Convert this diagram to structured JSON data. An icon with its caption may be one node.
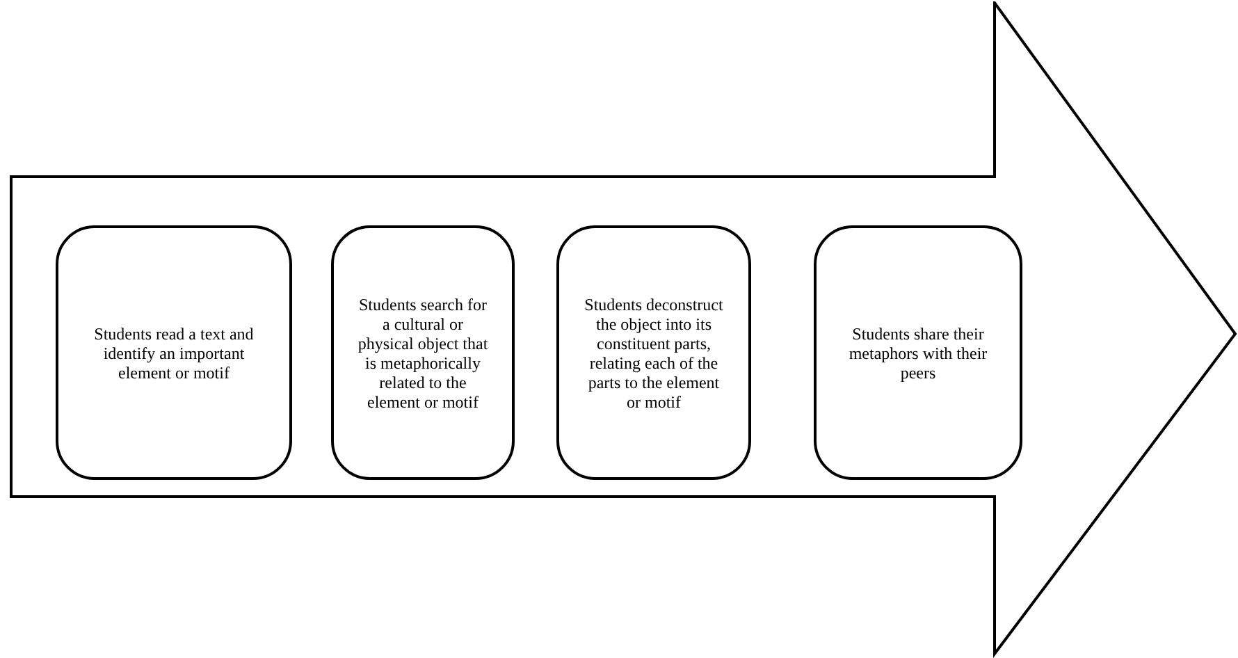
{
  "diagram": {
    "nodes": [
      {
        "text": [],
        "shape": "arrow"
      },
      {
        "text": [
          "Students read a text and identify an important element or motif"
        ],
        "in": 0
      },
      {
        "text": [
          "Students search for a cultural or physical object that is metaphorically related to the element or motif"
        ],
        "in": 0
      },
      {
        "text": [
          "Students deconstruct the object into its constituent parts, relating each of the parts to the element or motif"
        ],
        "in": 0
      },
      {
        "text": [
          "Students share their metaphors with their peers"
        ],
        "in": 0
      }
    ]
  }
}
